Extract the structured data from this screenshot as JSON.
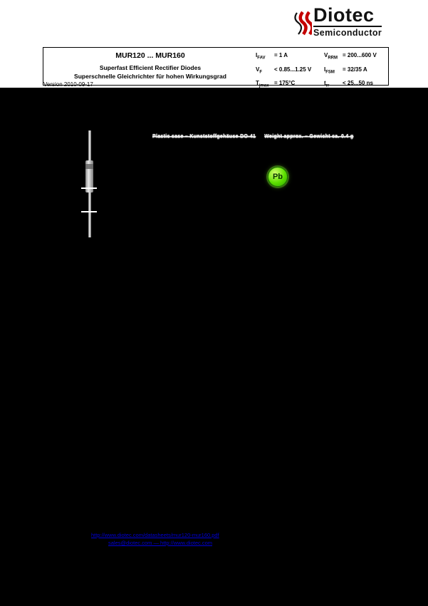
{
  "logo": {
    "brand": "Diotec",
    "subtitle": "Semiconductor",
    "mark_color": "#c40000"
  },
  "header": {
    "title": "MUR120 ... MUR160",
    "subtitle_en": "Superfast Efficient Rectifier Diodes",
    "subtitle_de": "Superschnelle Gleichrichter für hohen Wirkungsgrad",
    "revision": "Version 2010-09-17",
    "specs_left": [
      {
        "sym": "I",
        "sub": "FAV",
        "val": "= 1 A"
      },
      {
        "sym": "V",
        "sub": "F",
        "val": "< 0.85...1.25 V"
      },
      {
        "sym": "T",
        "sub": "jmax",
        "val": "= 175°C"
      }
    ],
    "specs_right": [
      {
        "sym": "V",
        "sub": "RRM",
        "val": "= 200...600 V"
      },
      {
        "sym": "I",
        "sub": "FSM",
        "val": "= 32/35 A"
      },
      {
        "sym": "t",
        "sub": "rr",
        "val": "< 25...50 ns"
      }
    ]
  },
  "figure": {
    "caption_left": "Plastic case – Kunststoffgehäuse DO-41",
    "caption_right": "Weight approx. – Gewicht ca. 0.4 g",
    "pb_label": "Pb"
  },
  "footer": {
    "link1": "http://www.diotec.com/datasheets/mur120-mur160.pdf",
    "link2": "sales@diotec.com — http://www.diotec.com"
  }
}
